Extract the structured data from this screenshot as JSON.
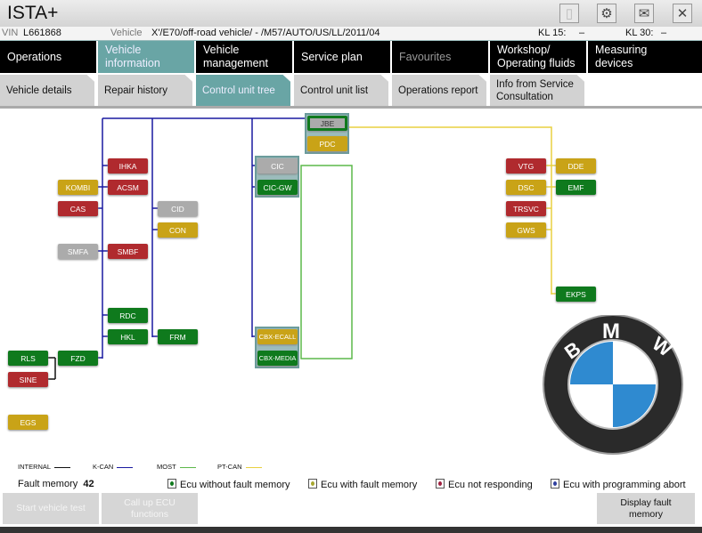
{
  "app": {
    "title": "ISTA+"
  },
  "toolbar_icons": [
    "document-icon",
    "gear-icon",
    "mail-icon",
    "close-icon"
  ],
  "info": {
    "vin_label": "VIN",
    "vin": "L661868",
    "vehicle_label": "Vehicle",
    "vehicle": "X'/E70/off-road vehicle/ - /M57/AUTO/US/LL/2011/04",
    "kl15_label": "KL 15:",
    "kl15": "–",
    "kl30_label": "KL 30:",
    "kl30": "–"
  },
  "main_nav": [
    "Operations",
    "Vehicle information",
    "Vehicle management",
    "Service plan",
    "Favourites",
    "Workshop/ Operating fluids",
    "Measuring devices"
  ],
  "sub_nav": [
    "Vehicle details",
    "Repair history",
    "Control unit tree",
    "Control unit list",
    "Operations report",
    "Info from Service Consultation"
  ],
  "ecus": {
    "IHKA": "IHKA",
    "KOMBI": "KOMBI",
    "ACSM": "ACSM",
    "CAS": "CAS",
    "CID": "CID",
    "CON": "CON",
    "SMFA": "SMFA",
    "SMBF": "SMBF",
    "RDC": "RDC",
    "HKL": "HKL",
    "FRM": "FRM",
    "RLS": "RLS",
    "FZD": "FZD",
    "SINE": "SINE",
    "EGS": "EGS",
    "CIC": "CIC",
    "CICGW": "CIC-GW",
    "CBXE": "CBX-ECALL",
    "CBXM": "CBX-MEDIA",
    "JBE": "JBE",
    "PDC": "PDC",
    "VTG": "VTG",
    "DDE": "DDE",
    "DSC": "DSC",
    "EMF": "EMF",
    "TRSVC": "TRSVC",
    "GWS": "GWS",
    "EKPS": "EKPS"
  },
  "logo": {
    "letters": "BMW"
  },
  "legend": {
    "internal": "INTERNAL",
    "kcan": "K-CAN",
    "most": "MOST",
    "ptcan": "PT-CAN"
  },
  "colors": {
    "internal": "#111111",
    "kcan": "#1a1aa0",
    "most": "#5cb84a",
    "ptcan": "#e8d040",
    "red": "#b02a2e",
    "yellow": "#c9a317",
    "green": "#0f7a1d",
    "gray": "#ababab",
    "accent": "#69a5a5"
  },
  "status": {
    "fault_label": "Fault memory",
    "fault_count": "42",
    "no_fault": "Ecu without fault memory",
    "with_fault": "Ecu with fault memory",
    "not_responding": "Ecu not responding",
    "prog_abort": "Ecu with programming abort"
  },
  "buttons": {
    "start": "Start vehicle test",
    "callup": "Call up ECU functions",
    "display": "Display fault memory"
  }
}
